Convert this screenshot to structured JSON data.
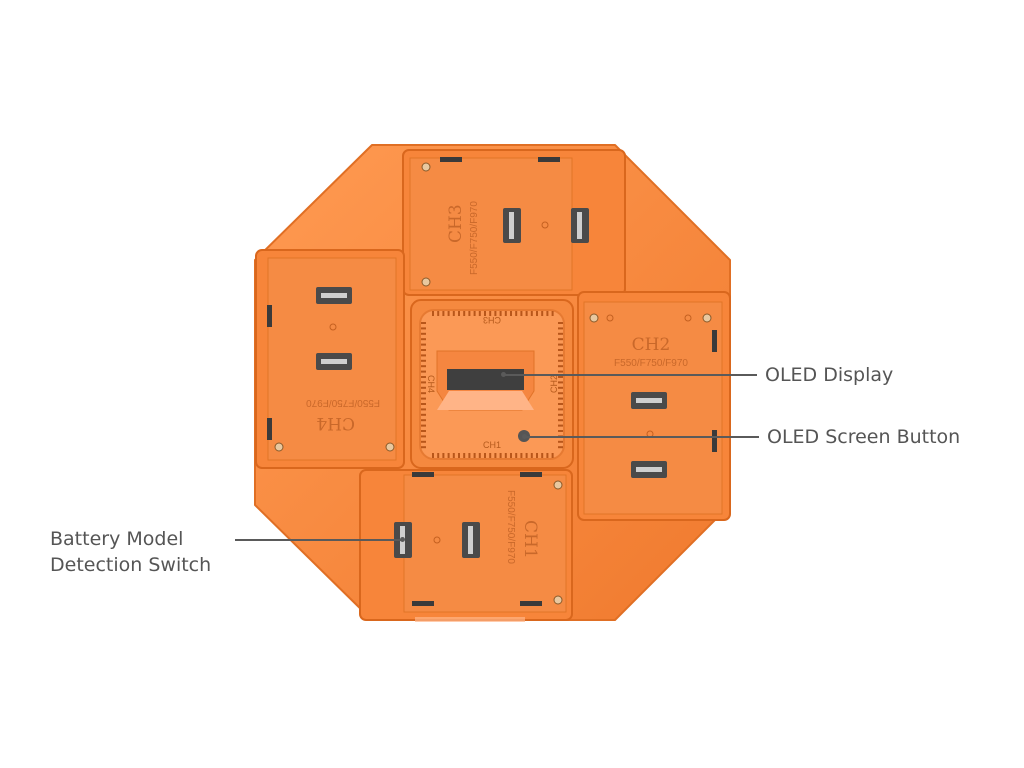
{
  "device": {
    "body_color": "#f5893f",
    "body_dark": "#e06f24",
    "body_light": "#ffa062",
    "center_label_top": "CH3",
    "center_label_bottom": "CH1",
    "center_label_left": "CH4",
    "center_label_right": "CH2",
    "bays": [
      {
        "channel": "CH3",
        "models": "F550/F750/F970"
      },
      {
        "channel": "CH2",
        "models": "F550/F750/F970"
      },
      {
        "channel": "CH1",
        "models": "F550/F750/F970"
      },
      {
        "channel": "CH4",
        "models": "F550/F750/F970"
      }
    ]
  },
  "callouts": {
    "oled_display": "OLED Display",
    "oled_button": "OLED Screen Button",
    "battery_switch_line1": "Battery Model",
    "battery_switch_line2": "Detection Switch"
  }
}
